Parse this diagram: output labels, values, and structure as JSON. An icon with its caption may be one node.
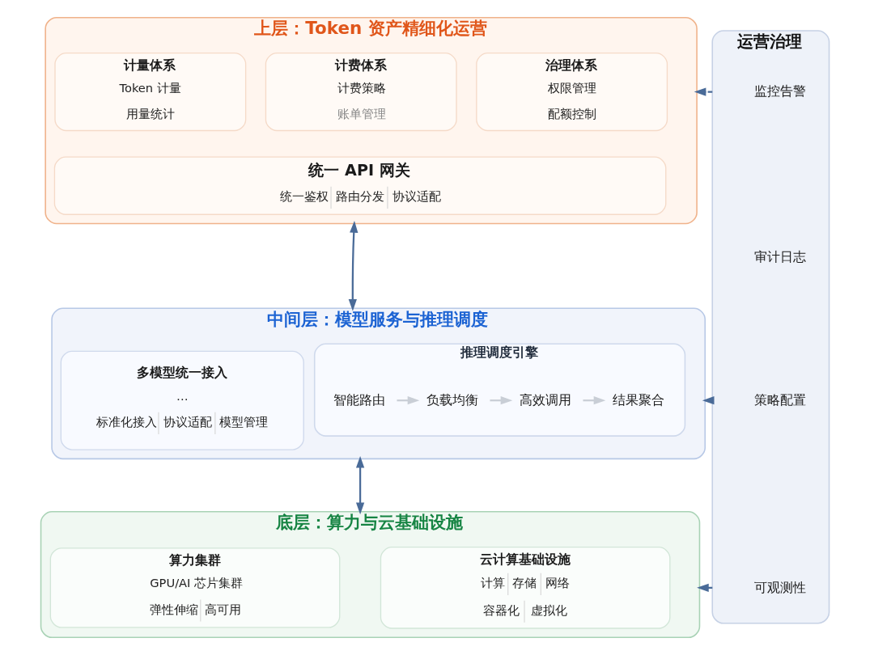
{
  "diagram": {
    "nodes": [
      {
        "text": [
          "上层：Token 资产精细化运营"
        ]
      },
      {
        "text": [
          "计量体系",
          "Token 计量",
          "用量统计"
        ],
        "in": 0
      },
      {
        "text": [
          "计费体系",
          "计费策略",
          "账单管理"
        ],
        "in": 0
      },
      {
        "text": [
          "治理体系",
          "权限管理",
          "配额控制"
        ],
        "in": 0
      },
      {
        "text": [
          "统一 API 网关",
          "统一鉴权",
          "路由分发",
          "协议适配"
        ],
        "in": 0
      },
      {
        "text": [
          "中间层：模型服务与推理调度"
        ]
      },
      {
        "text": [
          "多模型统一接入",
          "…",
          "标准化接入",
          "协议适配",
          "模型管理"
        ],
        "in": 5
      },
      {
        "text": [
          "推理调度引擎"
        ],
        "in": 5
      },
      {
        "text": [
          "智能路由"
        ],
        "in": 7
      },
      {
        "text": [
          "负载均衡"
        ],
        "in": 7
      },
      {
        "text": [
          "高效调用"
        ],
        "in": 7
      },
      {
        "text": [
          "结果聚合"
        ],
        "in": 7
      },
      {
        "text": [
          "底层：算力与云基础设施"
        ]
      },
      {
        "text": [
          "算力集群",
          "GPU/AI 芯片集群",
          "弹性伸缩",
          "高可用"
        ],
        "in": 12
      },
      {
        "text": [
          "云计算基础设施",
          "计算",
          "存储",
          "网络",
          "容器化",
          "虚拟化"
        ],
        "in": 12
      },
      {
        "text": [
          "运营治理"
        ]
      },
      {
        "text": [
          "监控告警"
        ],
        "in": 15
      },
      {
        "text": [
          "审计日志"
        ],
        "in": 15
      },
      {
        "text": [
          "策略配置"
        ],
        "in": 15
      },
      {
        "text": [
          "可观测性"
        ],
        "in": 15
      }
    ],
    "edges": [
      {
        "from": 0,
        "to": 5,
        "arrow": "both"
      },
      {
        "from": 5,
        "to": 12,
        "arrow": "both"
      },
      {
        "from": 8,
        "to": 9,
        "arrow": "to",
        "color": "#c9ced6"
      },
      {
        "from": 9,
        "to": 10,
        "arrow": "to",
        "color": "#c9ced6"
      },
      {
        "from": 10,
        "to": 11,
        "arrow": "to",
        "color": "#c9ced6"
      },
      {
        "from": 15,
        "to": 0,
        "arrow": "to",
        "style": "dashed"
      },
      {
        "from": 15,
        "to": 5,
        "arrow": "to",
        "style": "dashed"
      },
      {
        "from": 15,
        "to": 12,
        "arrow": "to",
        "style": "dashed"
      }
    ]
  }
}
